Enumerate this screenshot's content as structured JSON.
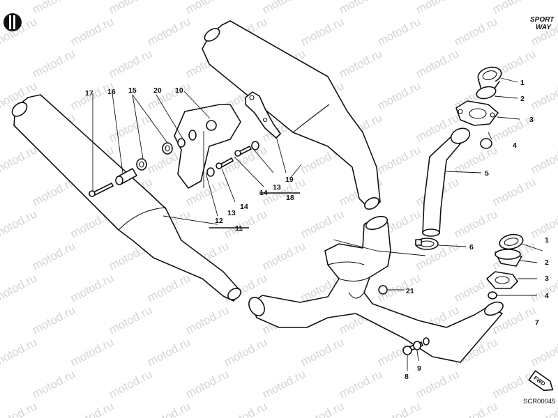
{
  "watermark": "motod.ru",
  "brand_text": "SPORT",
  "brand_subtext": "WAY",
  "drawing_code": "SCR00045",
  "fwd_label": "FWD",
  "callouts": {
    "c1a": "1",
    "c2a": "2",
    "c3a": "3",
    "c4a": "4",
    "c5": "5",
    "c1b": "1",
    "c2b": "2",
    "c3b": "3",
    "c4b": "4",
    "c6": "6",
    "c7": "7",
    "c8": "8",
    "c9": "9",
    "c10": "10",
    "c11": "11",
    "c12": "12",
    "c13a": "13",
    "c14a": "14",
    "c13b": "13",
    "c14b": "14",
    "c15": "15",
    "c16": "16",
    "c17": "17",
    "c18": "18",
    "c19": "19",
    "c20": "20",
    "c21": "21"
  }
}
